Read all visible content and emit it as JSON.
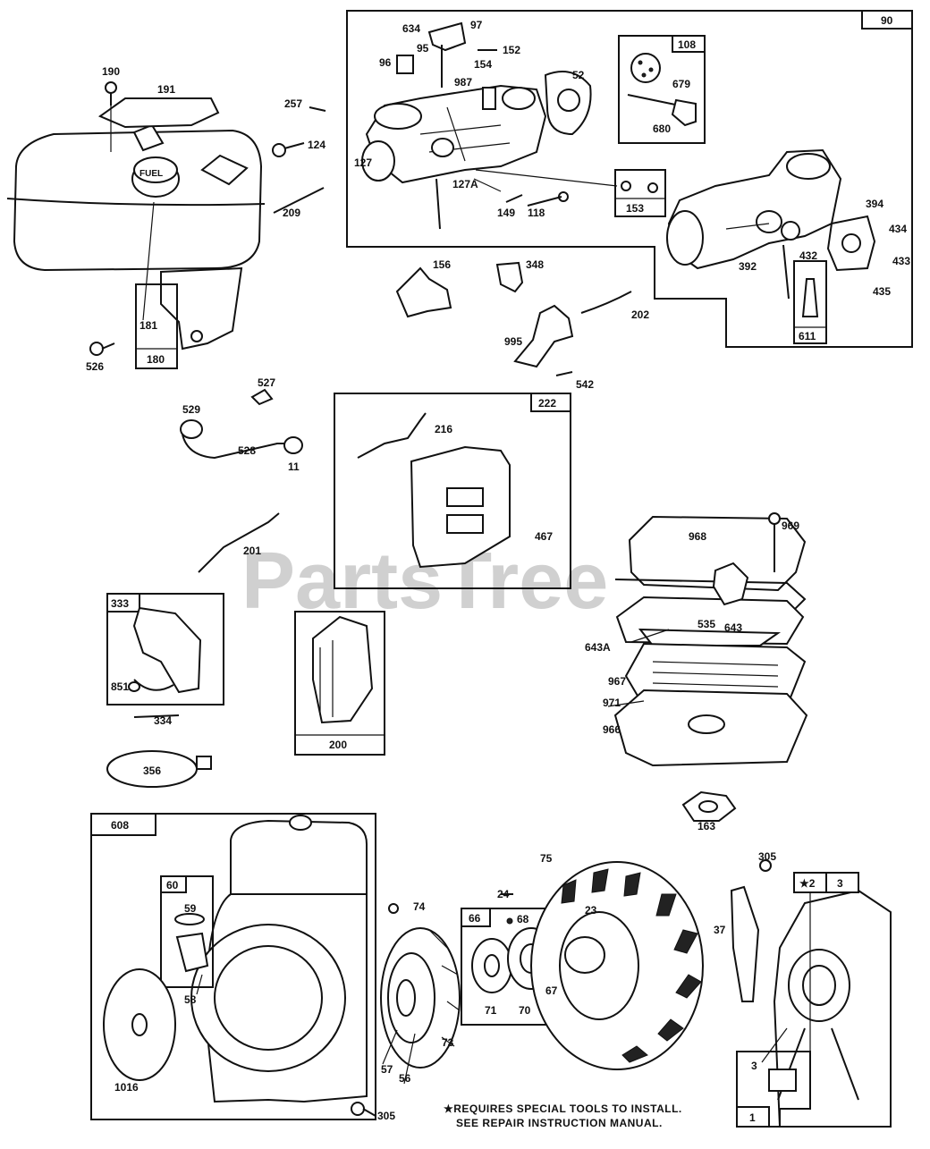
{
  "watermark": "PartsTree",
  "watermark_tm": "™",
  "note_line1": "★REQUIRES SPECIAL TOOLS TO INSTALL.",
  "note_line2": "SEE REPAIR INSTRUCTION MANUAL.",
  "boxes": [
    {
      "id": "90",
      "label": "90"
    },
    {
      "id": "108",
      "label": "108"
    },
    {
      "id": "153",
      "label": "153"
    },
    {
      "id": "611",
      "label": "611"
    },
    {
      "id": "180",
      "label": "180"
    },
    {
      "id": "222",
      "label": "222"
    },
    {
      "id": "333",
      "label": "333"
    },
    {
      "id": "200",
      "label": "200"
    },
    {
      "id": "608",
      "label": "608"
    },
    {
      "id": "60",
      "label": "60"
    },
    {
      "id": "66",
      "label": "66"
    },
    {
      "id": "2",
      "label": "★2"
    },
    {
      "id": "3",
      "label": "3"
    },
    {
      "id": "1",
      "label": "1"
    }
  ],
  "labels": [
    {
      "id": "634",
      "text": "634"
    },
    {
      "id": "97",
      "text": "97"
    },
    {
      "id": "95",
      "text": "95"
    },
    {
      "id": "96",
      "text": "96"
    },
    {
      "id": "152",
      "text": "152"
    },
    {
      "id": "154",
      "text": "154"
    },
    {
      "id": "987",
      "text": "987"
    },
    {
      "id": "52",
      "text": "52"
    },
    {
      "id": "679",
      "text": "679"
    },
    {
      "id": "680",
      "text": "680"
    },
    {
      "id": "127",
      "text": "127"
    },
    {
      "id": "127A",
      "text": "127A"
    },
    {
      "id": "149",
      "text": "149"
    },
    {
      "id": "118",
      "text": "118"
    },
    {
      "id": "394",
      "text": "394"
    },
    {
      "id": "434",
      "text": "434"
    },
    {
      "id": "392",
      "text": "392"
    },
    {
      "id": "432",
      "text": "432"
    },
    {
      "id": "433",
      "text": "433"
    },
    {
      "id": "435",
      "text": "435"
    },
    {
      "id": "190",
      "text": "190"
    },
    {
      "id": "191",
      "text": "191"
    },
    {
      "id": "257",
      "text": "257"
    },
    {
      "id": "124",
      "text": "124"
    },
    {
      "id": "209",
      "text": "209"
    },
    {
      "id": "181",
      "text": "181"
    },
    {
      "id": "526",
      "text": "526"
    },
    {
      "id": "156",
      "text": "156"
    },
    {
      "id": "348",
      "text": "348"
    },
    {
      "id": "202",
      "text": "202"
    },
    {
      "id": "995",
      "text": "995"
    },
    {
      "id": "542",
      "text": "542"
    },
    {
      "id": "527",
      "text": "527"
    },
    {
      "id": "529",
      "text": "529"
    },
    {
      "id": "528",
      "text": "528"
    },
    {
      "id": "11",
      "text": "11"
    },
    {
      "id": "216",
      "text": "216"
    },
    {
      "id": "467",
      "text": "467"
    },
    {
      "id": "201",
      "text": "201"
    },
    {
      "id": "969",
      "text": "969"
    },
    {
      "id": "968",
      "text": "968"
    },
    {
      "id": "535",
      "text": "535"
    },
    {
      "id": "643",
      "text": "643"
    },
    {
      "id": "643A",
      "text": "643A"
    },
    {
      "id": "967",
      "text": "967"
    },
    {
      "id": "971",
      "text": "971"
    },
    {
      "id": "966",
      "text": "966"
    },
    {
      "id": "851",
      "text": "851"
    },
    {
      "id": "334",
      "text": "334"
    },
    {
      "id": "356",
      "text": "356"
    },
    {
      "id": "163",
      "text": "163"
    },
    {
      "id": "59",
      "text": "59"
    },
    {
      "id": "58",
      "text": "58"
    },
    {
      "id": "1016",
      "text": "1016"
    },
    {
      "id": "74",
      "text": "74"
    },
    {
      "id": "75",
      "text": "75"
    },
    {
      "id": "24",
      "text": "24"
    },
    {
      "id": "23",
      "text": "23"
    },
    {
      "id": "68",
      "text": "68"
    },
    {
      "id": "71",
      "text": "71"
    },
    {
      "id": "70",
      "text": "70"
    },
    {
      "id": "67",
      "text": "67"
    },
    {
      "id": "73",
      "text": "73"
    },
    {
      "id": "57",
      "text": "57"
    },
    {
      "id": "56",
      "text": "56"
    },
    {
      "id": "305a",
      "text": "305"
    },
    {
      "id": "305b",
      "text": "305"
    },
    {
      "id": "37",
      "text": "37"
    },
    {
      "id": "3b",
      "text": "3"
    }
  ],
  "fuel_cap_text": "FUEL"
}
